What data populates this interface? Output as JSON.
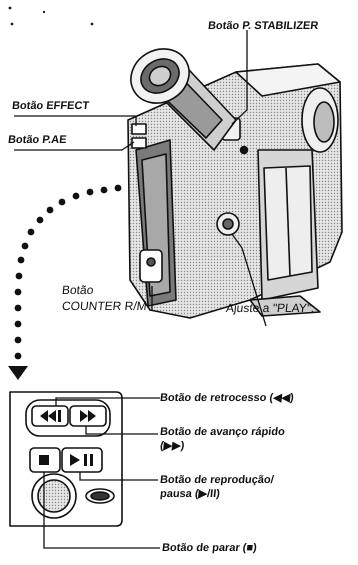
{
  "labels": {
    "stabilizer": "Botão P. STABILIZER",
    "effect": "Botão EFFECT",
    "pae": "Botão P.AE",
    "counter_line1": "Botão",
    "counter_line2": "COUNTER R/M",
    "play": "Ajuste a \"PLAY\".",
    "rewind": "Botão de retrocesso (◀◀)",
    "ff_line1": "Botão de avanço rápido",
    "ff_line2": "(▶▶)",
    "playpause_line1": "Botão de reprodução/",
    "playpause_line2": "pausa (▶/II)",
    "stop": "Botão de parar (■)"
  },
  "colors": {
    "ink": "#111111",
    "body_shade": "#c9c9c9",
    "dark_shade": "#5a5a5a"
  },
  "icons": [
    "camcorder-illustration",
    "dotted-arrow",
    "control-panel-illustration"
  ]
}
